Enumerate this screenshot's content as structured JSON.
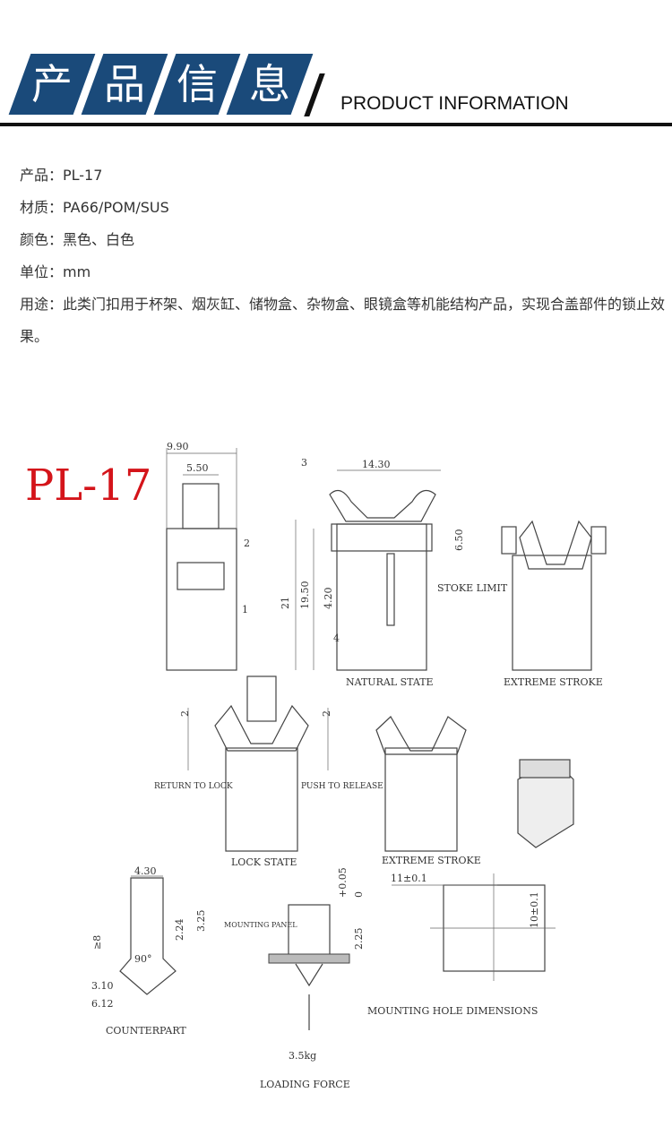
{
  "header": {
    "title_chars": [
      "产",
      "品",
      "信",
      "息"
    ],
    "subtitle": "PRODUCT INFORMATION",
    "accent": "#1a4a7a"
  },
  "info": [
    "产品：PL-17",
    "材质：PA66/POM/SUS",
    "颜色：黑色、白色",
    "单位：mm",
    "用途：此类门扣用于杯架、烟灰缸、储物盒、杂物盒、眼镜盒等机能结构产品，实现合盖部件的锁止效果。"
  ],
  "drawing": {
    "model": "PL-17",
    "model_color": "#d4141a",
    "dims": {
      "d990": "9.90",
      "d550": "5.50",
      "d1430": "14.30",
      "d650": "6.50",
      "d21": "21",
      "d1950": "19.50",
      "d420": "4.20",
      "d2a": "2",
      "d2b": "2",
      "d430": "4.30",
      "d8": "≥8",
      "d224": "2.24",
      "d325": "3.25",
      "d90": "90°",
      "d310": "3.10",
      "d612": "6.12",
      "d005": "+0.05",
      "d0": "0",
      "d225": "2.25",
      "d11": "11±0.1",
      "d10": "10±0.1",
      "w35": "3.5kg"
    },
    "callouts": {
      "c1": "1",
      "c2": "2",
      "c3": "3",
      "c4": "4"
    },
    "labels": {
      "stoke_limit": "STOKE LIMIT",
      "natural": "NATURAL STATE",
      "extreme1": "EXTREME STROKE",
      "return_lock": "RETURN TO LOCK",
      "push_release": "PUSH TO RELEASE",
      "lock_state": "LOCK STATE",
      "extreme2": "EXTREME STROKE",
      "mounting_panel": "MOUNTING PANEL",
      "counterpart": "COUNTERPART",
      "loading_force": "LOADING FORCE",
      "mounting_hole": "MOUNTING HOLE DIMENSIONS"
    }
  }
}
